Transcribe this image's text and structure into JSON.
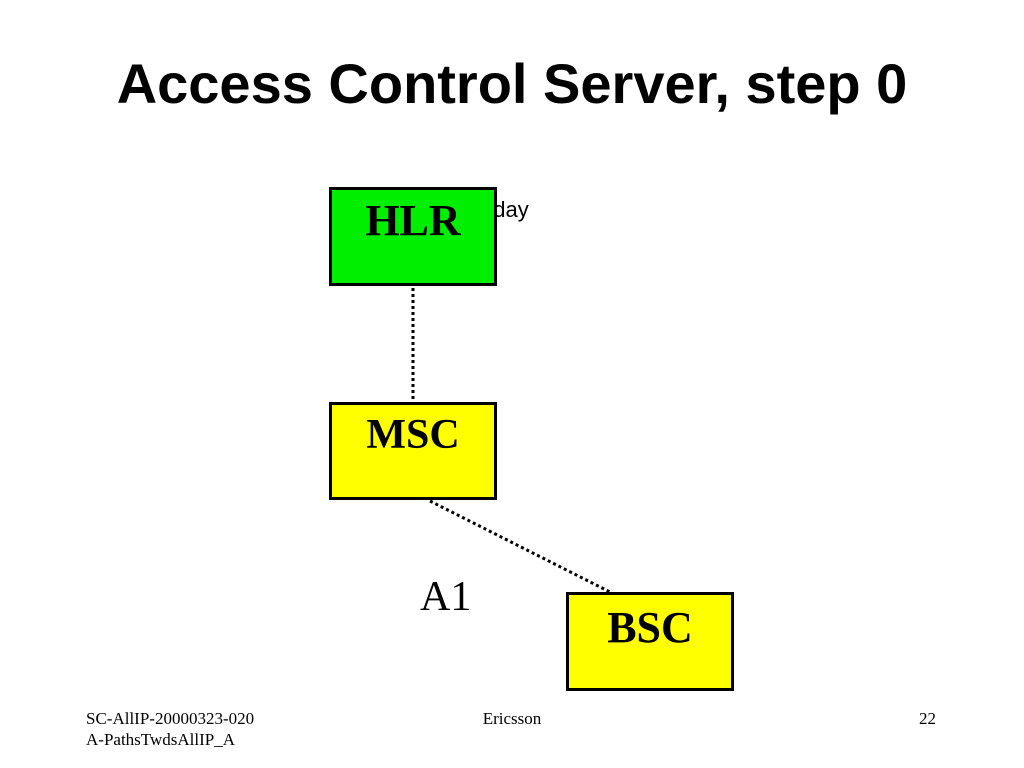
{
  "slide": {
    "title": "Access Control Server, step 0",
    "subtitle": "Today"
  },
  "diagram": {
    "nodes": [
      {
        "id": "hlr",
        "label": "HLR",
        "color": "#00ee00"
      },
      {
        "id": "msc",
        "label": "MSC",
        "color": "#ffff00"
      },
      {
        "id": "bsc",
        "label": "BSC",
        "color": "#ffff00"
      }
    ],
    "links": [
      {
        "from": "hlr",
        "to": "msc",
        "style": "dotted"
      },
      {
        "from": "msc",
        "to": "bsc",
        "style": "dotted",
        "label": "A1"
      }
    ]
  },
  "footer": {
    "left": "SC-AllIP-20000323-020A-PathsTwdsAllIP_A",
    "center": "Ericsson",
    "right": "22"
  }
}
